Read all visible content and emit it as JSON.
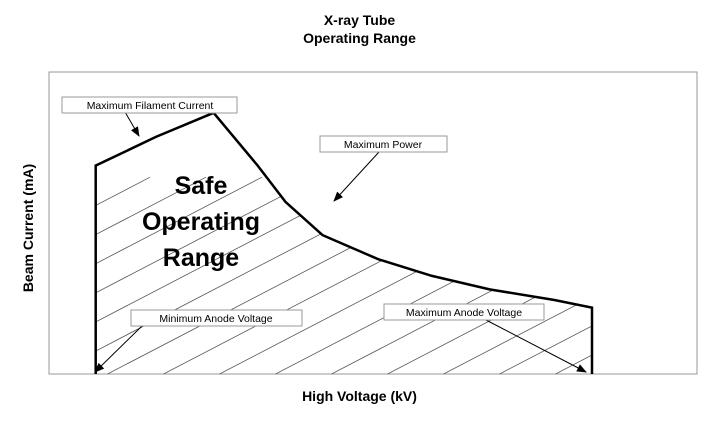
{
  "chart_data": {
    "type": "area",
    "title": [
      "X-ray Tube",
      "Operating Range"
    ],
    "xlabel": "High Voltage (kV)",
    "ylabel": "Beam Current (mA)",
    "region_label": [
      "Safe",
      "Operating",
      "Range"
    ],
    "boundary": {
      "note": "Operating envelope, expressed as fractions of each axis span",
      "x": [
        0.072,
        0.072,
        0.165,
        0.254,
        0.322,
        0.365,
        0.422,
        0.508,
        0.591,
        0.68,
        0.78,
        0.838,
        0.838
      ],
      "y": [
        0,
        0.69,
        0.785,
        0.865,
        0.69,
        0.57,
        0.46,
        0.38,
        0.325,
        0.28,
        0.245,
        0.22,
        0
      ]
    },
    "hatch": true,
    "grid": false,
    "annotations": [
      {
        "name": "max-filament-current",
        "text": "Maximum Filament Current"
      },
      {
        "name": "max-power",
        "text": "Maximum Power"
      },
      {
        "name": "min-anode-voltage",
        "text": "Minimum Anode Voltage"
      },
      {
        "name": "max-anode-voltage",
        "text": "Maximum Anode Voltage"
      }
    ]
  }
}
